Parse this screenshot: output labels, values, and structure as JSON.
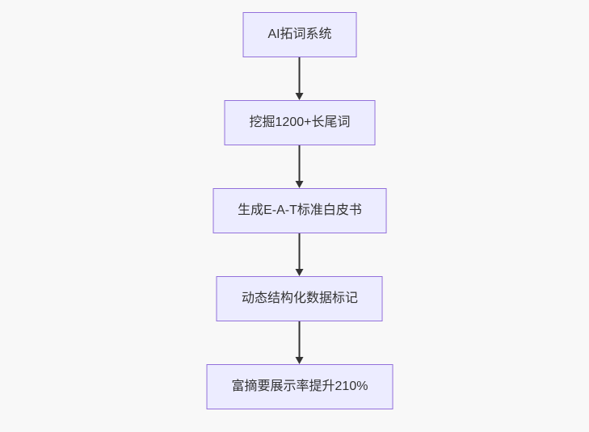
{
  "flowchart": {
    "type": "vertical-flow",
    "background_color": "#f8f8f8",
    "node_fill_color": "#ECECFF",
    "node_border_color": "#9370DB",
    "node_text_color": "#333333",
    "arrow_color": "#333333",
    "nodes": [
      {
        "label": "AI拓词系统"
      },
      {
        "label": "挖掘1200+长尾词"
      },
      {
        "label": "生成E-A-T标准白皮书"
      },
      {
        "label": "动态结构化数据标记"
      },
      {
        "label": "富摘要展示率提升210%"
      }
    ]
  }
}
